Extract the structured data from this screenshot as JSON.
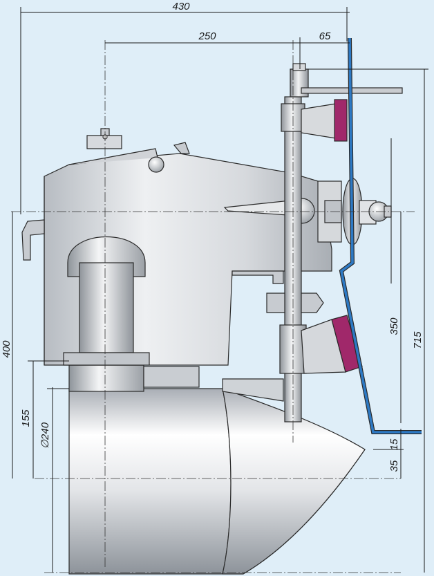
{
  "drawing": {
    "background": "#dfeef8",
    "accent_blue": "#2d79c4",
    "accent_magenta": "#a0286a",
    "dimensions": {
      "overall_width": "430",
      "center_to_bracket": "250",
      "bracket_offset": "65",
      "height_400": "400",
      "height_155": "155",
      "diameter": "∅240",
      "depth_350": "350",
      "overall_height": "715",
      "gap_15": "15",
      "gap_35": "35"
    }
  }
}
